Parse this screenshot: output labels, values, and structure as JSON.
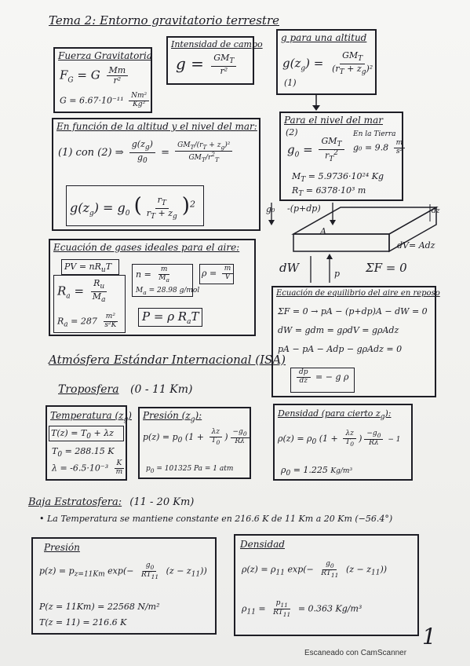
{
  "header": {
    "title": "Tema 2: Entorno gravitatorio terrestre"
  },
  "boxes": {
    "fuerza": {
      "title": "Fuerza Gravitatoria",
      "eq1": "F",
      "eq1_sub": "G",
      "eq1_rhs": "= G",
      "eq1_num": "Mm",
      "eq1_den": "r²",
      "eq2": "G = 6.67·10⁻¹¹",
      "eq2_num": "Nm²",
      "eq2_den": "Kg²"
    },
    "intensidad": {
      "title": "Intensidad de campo",
      "lhs": "g =",
      "num": "GM",
      "num_sub": "T",
      "den": "r²"
    },
    "altitud": {
      "title": "g para una altitud",
      "lhs": "g(z",
      "lhs_sub": "g",
      "lhs_end": ") =",
      "num": "GM",
      "num_sub": "T",
      "den": "(r",
      "den_sub": "T",
      "den_end": " + z",
      "den_end_sub": "g",
      "den_close": ")²",
      "tag": "(1)"
    },
    "nivel_mar": {
      "title": "Para el nivel del mar",
      "tag": "(2)",
      "lhs": "g",
      "lhs_sub": "0",
      "eq": "=",
      "num": "GM",
      "num_sub": "T",
      "den": "r",
      "den_sub": "T",
      "den_sup": "2",
      "tierra": "En la Tierra",
      "g0": "g₀ = 9.8",
      "g0_num": "m",
      "g0_den": "s²",
      "mt": "M",
      "mt_sub": "T",
      "mt_val": " = 5.9736·10²⁴ Kg",
      "rt": "R",
      "rt_sub": "T",
      "rt_val": " = 6378·10³ m"
    },
    "funcion": {
      "title": "En función de la altitud y el nivel del mar:",
      "l1a": "(1) con (2) ⇒",
      "f1_num": "g(z",
      "f1_num_sub": "g",
      "f1_num_end": ")",
      "f1_den": "g",
      "f1_den_sub": "0",
      "eqsign": "=",
      "f2_num": "GM",
      "f2_num_sub": "T",
      "f2_num_end": "/(r",
      "f2_num_sub2": "T",
      "f2_num_end2": " + z",
      "f2_num_sub3": "g",
      "f2_num_end3": ")²",
      "f2_den": "GM",
      "f2_den_sub": "T",
      "f2_den_end": "/r",
      "f2_den_sup": "2",
      "f2_den_sub2": "T",
      "l2a": "g(z",
      "l2a_sub": "g",
      "l2a_end": ") = g",
      "l2a_sub2": "0",
      "l2_num": "r",
      "l2_num_sub": "T",
      "l2_den": "r",
      "l2_den_sub": "T",
      "l2_den_end": " + z",
      "l2_den_sub2": "g",
      "l2_exp": "2"
    },
    "gases": {
      "title": "Ecuación de gases ideales para el aire:",
      "pv": "PV = nR",
      "pv_sub": "u",
      "pv_end": "T",
      "n_lhs": "n =",
      "n_num": "m",
      "n_den": "M",
      "n_den_sub": "a",
      "rho_lhs": "ρ =",
      "rho_num": "m",
      "rho_den": "V",
      "ra_lhs": "R",
      "ra_sub": "a",
      "ra_eq": " =",
      "ra_num": "R",
      "ra_num_sub": "u",
      "ra_den": "M",
      "ra_den_sub": "a",
      "ma": "M",
      "ma_sub": "a",
      "ma_val": " = 28.98 g/mol",
      "ra2": "R",
      "ra2_sub": "a",
      "ra2_val": " = 287",
      "ra2_num": "m²",
      "ra2_den": "s²K",
      "p": "P = ρ R",
      "p_sub": "a",
      "p_end": "T"
    },
    "diagram": {
      "g0": "g₀",
      "pdp": "-(p+dp)",
      "dz": "dz",
      "a": "A",
      "dv": "dV= Adz",
      "dw": "dW",
      "sumf": "ΣF = 0",
      "p": "p"
    },
    "equilibrio": {
      "title": "Ecuación de equilibrio del aire en reposo",
      "l1": "ΣF = 0 → pA − (p+dp)A − dW = 0",
      "l2": "dW = gdm = gρdV = gρAdz",
      "l3": "pA − pA − Adp − gρAdz = 0",
      "l4_num": "dp",
      "l4_den": "dz",
      "l4_rhs": " = − g ρ"
    },
    "isa": {
      "title": "Atmósfera Estándar Internacional (ISA)"
    },
    "troposfera": {
      "title": "Troposfera",
      "range": "(0 - 11 Km)"
    },
    "temp": {
      "title": "Temperatura (z",
      "title_sub": "g",
      "title_end": ")",
      "l1": "T(z) = T",
      "l1_sub": "0",
      "l1_end": " + λz",
      "l2": "T",
      "l2_sub": "0",
      "l2_end": " = 288.15 K",
      "l3": "λ = -6.5·10⁻³",
      "l3_num": "K",
      "l3_den": "m"
    },
    "presion_t": {
      "title": "Presión (z",
      "title_sub": "g",
      "title_end": "):",
      "lhs": "p(z) = p",
      "lhs_sub": "0",
      "paren_open": "(1 +",
      "inner_num": "λz",
      "inner_den": "T",
      "inner_den_sub": "0",
      "paren_close": ")",
      "exp_num": "−g",
      "exp_num_sub": "0",
      "exp_den": "Rλ",
      "p0": "p",
      "p0_sub": "0",
      "p0_val": " = 101325 Pa = 1 atm"
    },
    "densidad_t": {
      "title": "Densidad (para cierto z",
      "title_sub": "g",
      "title_end": "):",
      "lhs": "ρ(z) = ρ",
      "lhs_sub": "0",
      "paren_open": "(1 +",
      "inner_num": "λz",
      "inner_den": "T",
      "inner_den_sub": "0",
      "paren_close": ")",
      "exp_num": "−g",
      "exp_num_sub": "0",
      "exp_den": "Rλ",
      "exp_end": " − 1",
      "rho0": "ρ",
      "rho0_sub": "0",
      "rho0_val": " = 1.225",
      "rho0_units": "Kg/m³"
    },
    "baja_estrat": {
      "title": "Baja Estratosfera:",
      "range": "(11 - 20 Km)",
      "bullet": "• La Temperatura se mantiene constante en 216.6 K de 11 Km a 20 Km (−56.4°)"
    },
    "presion_e": {
      "title": "Presión",
      "lhs": "p(z) = p",
      "lhs_sub": "z=11Km",
      "exp": "exp",
      "paren": "(−",
      "num": "g",
      "num_sub": "0",
      "den": "RT",
      "den_sub": "11",
      "mult": "(z − z",
      "mult_sub": "11",
      "close": "))",
      "l2": "P(z = 11Km) = 22568 N/m²",
      "l3": "T(z = 11) = 216.6 K"
    },
    "densidad_e": {
      "title": "Densidad",
      "lhs": "ρ(z) = ρ",
      "lhs_sub": "11",
      "exp": "exp",
      "paren": "(−",
      "num": "g",
      "num_sub": "0",
      "den": "RT",
      "den_sub": "11",
      "mult": "(z − z",
      "mult_sub": "11",
      "close": "))",
      "l2": "ρ",
      "l2_sub": "11",
      "l2_eq": " =",
      "l2_num": "p",
      "l2_num_sub": "11",
      "l2_den": "RT",
      "l2_den_sub": "11",
      "l2_val": " = 0.363 Kg/m³"
    }
  },
  "footer": {
    "scanner": "Escaneado con CamScanner",
    "page": "1"
  }
}
